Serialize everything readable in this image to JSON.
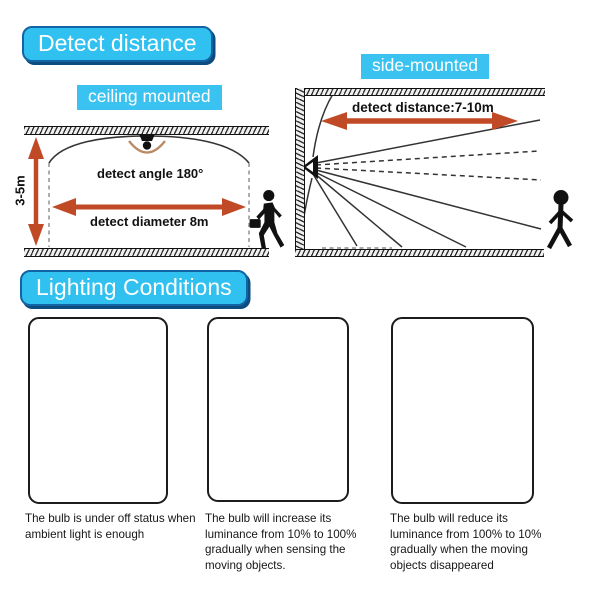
{
  "colors": {
    "accent_cyan": "#30c1f0",
    "badge_border_blue": "#1264a4",
    "arrow_red": "#c14a26",
    "sun_red": "#e73b12",
    "sensor_arc_tan": "#b98a63"
  },
  "sections": {
    "detect": {
      "title": "Detect distance",
      "ceiling": {
        "label": "ceiling mounted",
        "height": "3-5m",
        "angle": "detect angle 180°",
        "diameter": "detect diameter 8m"
      },
      "side": {
        "label": "side-mounted",
        "distance": "detect distance:7-10m"
      }
    },
    "lighting": {
      "title": "Lighting Conditions",
      "panels": [
        {
          "icon": "sun-icon",
          "caption": "The bulb is under off status when ambient light is enough"
        },
        {
          "icon": "moon-icon",
          "caption": "The bulb will increase its luminance from 10% to 100% gradually when sensing the moving objects."
        },
        {
          "icon": "moon-icon",
          "caption": "The bulb will  reduce its luminance from 100% to 10% gradually when the moving objects disappeared"
        }
      ]
    }
  }
}
